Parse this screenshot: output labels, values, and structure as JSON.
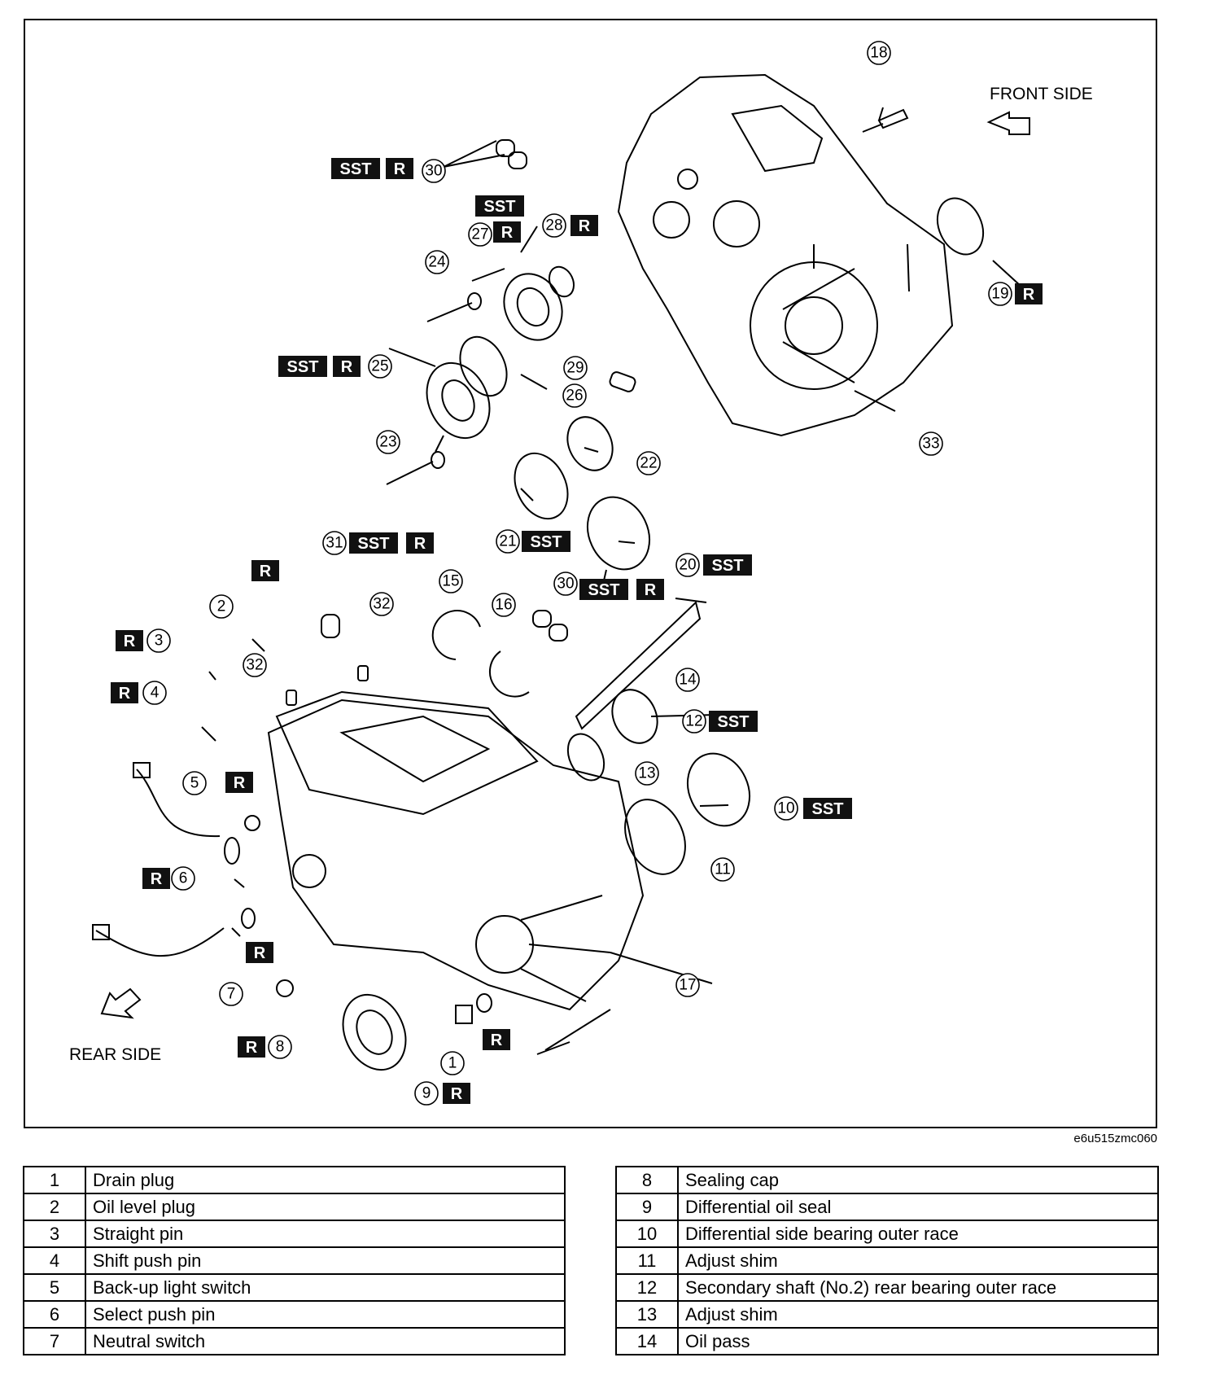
{
  "diagram": {
    "front_side_label": "FRONT SIDE",
    "rear_side_label": "REAR SIDE",
    "image_code": "e6u515zmc060",
    "badges": {
      "sst": "SST",
      "r": "R"
    },
    "callouts": [
      "1",
      "2",
      "3",
      "4",
      "5",
      "6",
      "7",
      "8",
      "9",
      "10",
      "11",
      "12",
      "13",
      "14",
      "15",
      "16",
      "17",
      "18",
      "19",
      "20",
      "21",
      "22",
      "23",
      "24",
      "25",
      "26",
      "27",
      "28",
      "29",
      "30",
      "31",
      "32",
      "33"
    ]
  },
  "legend_left": [
    {
      "num": "1",
      "name": "Drain plug"
    },
    {
      "num": "2",
      "name": "Oil level plug"
    },
    {
      "num": "3",
      "name": "Straight pin"
    },
    {
      "num": "4",
      "name": "Shift push pin"
    },
    {
      "num": "5",
      "name": "Back-up light switch"
    },
    {
      "num": "6",
      "name": "Select push pin"
    },
    {
      "num": "7",
      "name": "Neutral switch"
    }
  ],
  "legend_right": [
    {
      "num": "8",
      "name": "Sealing cap"
    },
    {
      "num": "9",
      "name": "Differential oil seal"
    },
    {
      "num": "10",
      "name": "Differential side bearing outer race"
    },
    {
      "num": "11",
      "name": "Adjust shim"
    },
    {
      "num": "12",
      "name": "Secondary shaft (No.2) rear bearing outer race"
    },
    {
      "num": "13",
      "name": "Adjust shim"
    },
    {
      "num": "14",
      "name": "Oil pass"
    }
  ]
}
